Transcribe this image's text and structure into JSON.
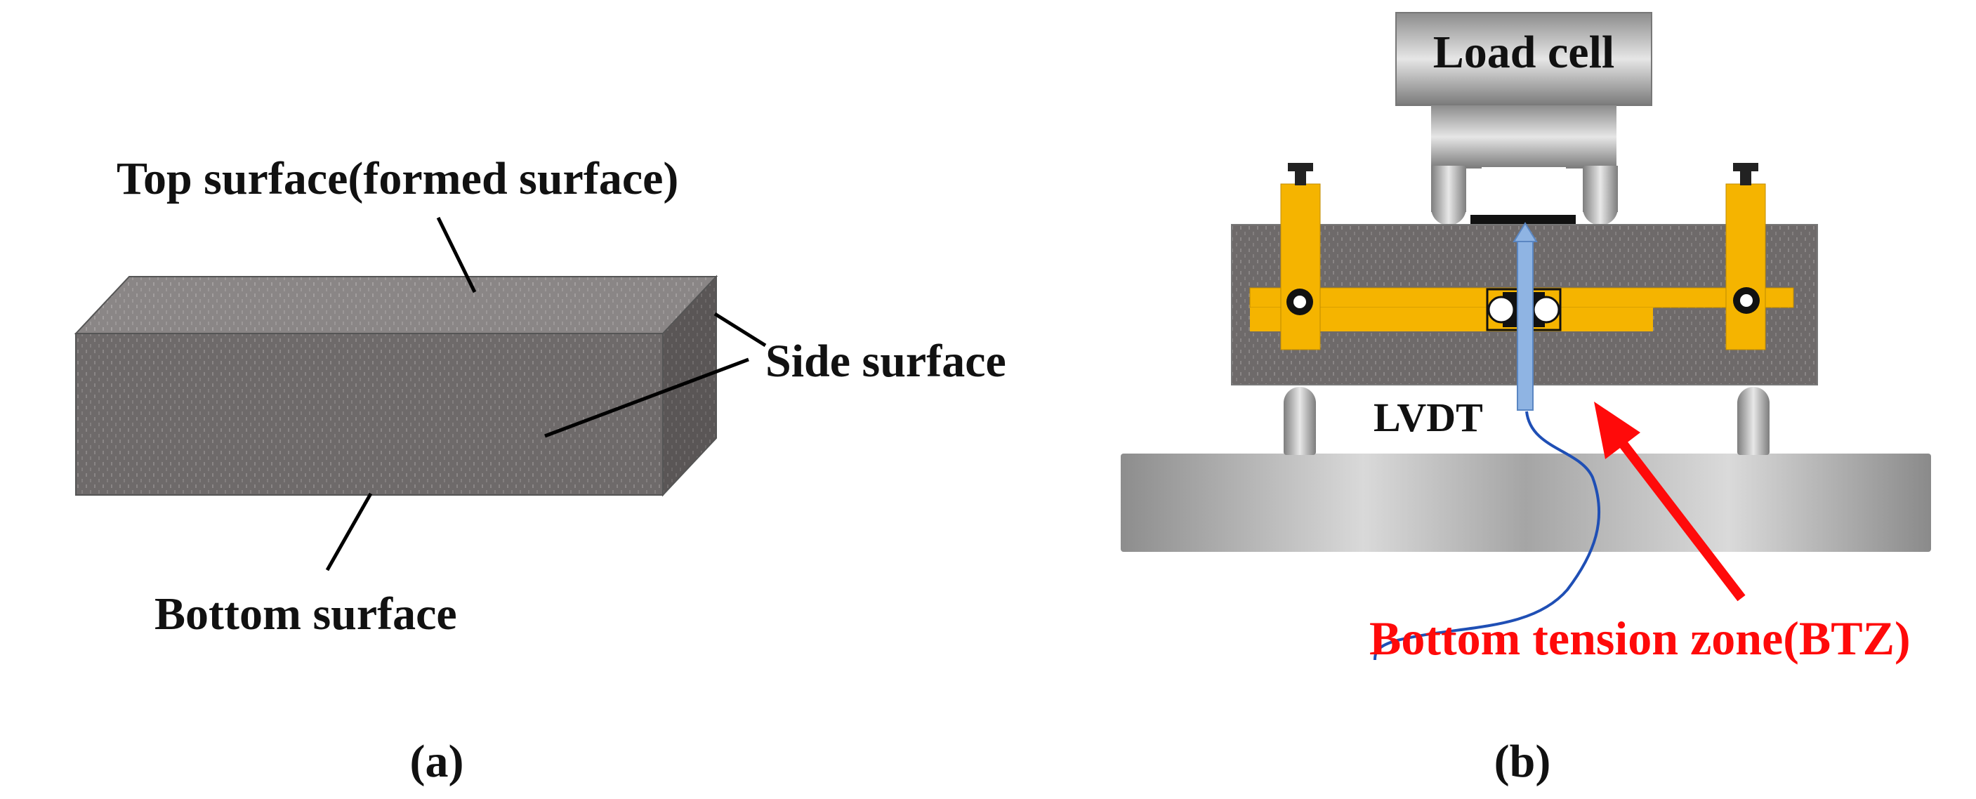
{
  "panel_a": {
    "top_label": "Top surface(formed surface)",
    "side_label": "Side surface",
    "bottom_label": "Bottom surface",
    "caption": "(a)"
  },
  "panel_b": {
    "load_cell_label": "Load cell",
    "lvdt_label": "LVDT",
    "btz_label": "Bottom tension zone(BTZ)",
    "caption": "(b)"
  },
  "colors": {
    "specimen": "#6e6a6a",
    "frame": "#f5b400",
    "arrow": "#ff0a0a",
    "wire": "#1f4fb5",
    "lvdt_rod": "#8fb4e3",
    "base": "#9a9a9a",
    "text": "#111111"
  }
}
